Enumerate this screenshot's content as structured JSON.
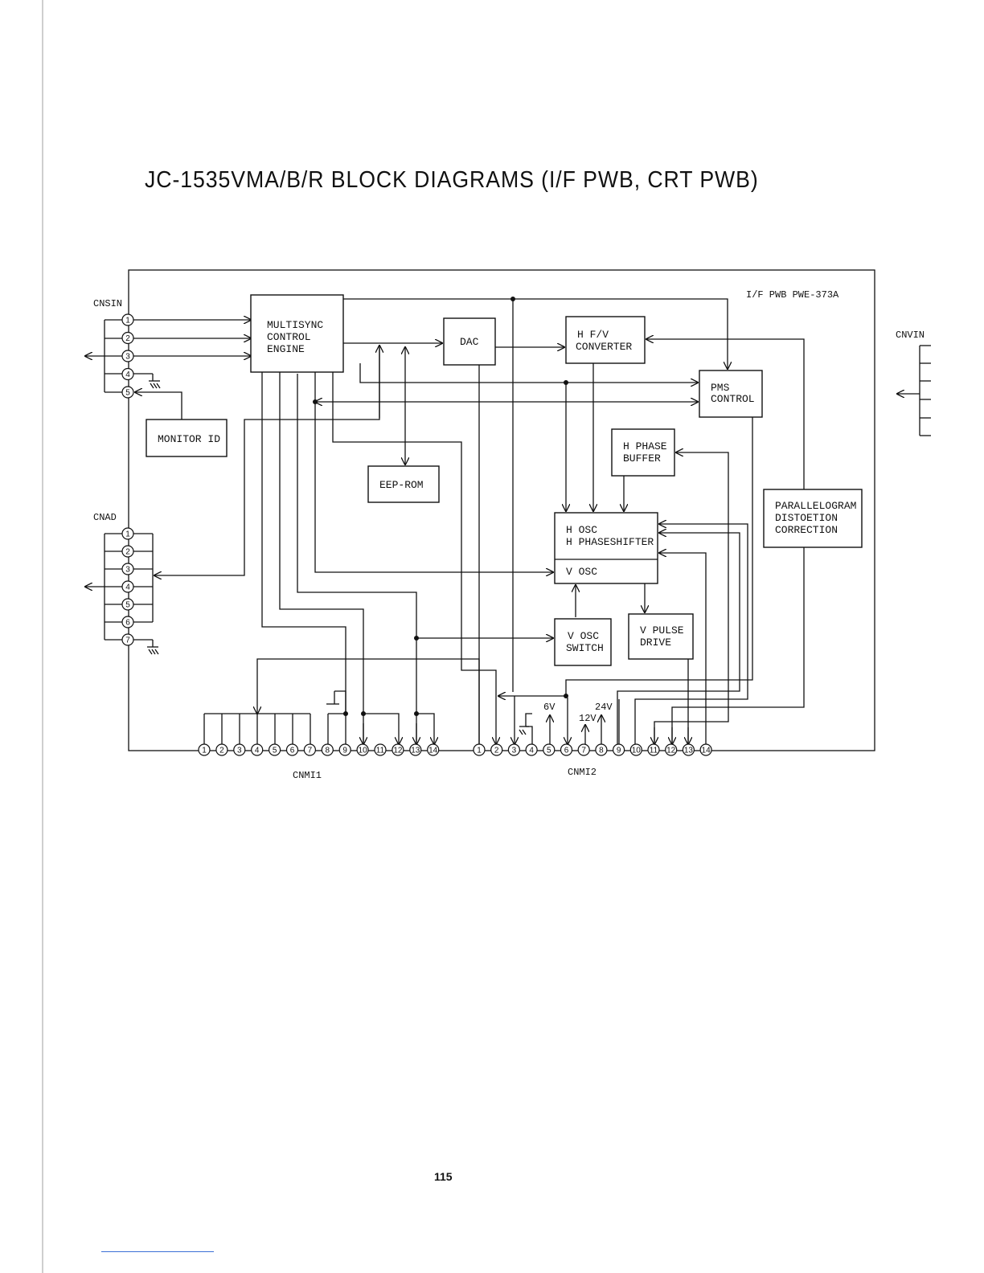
{
  "title": "JC-1535VMA/B/R BLOCK DIAGRAMS (I/F PWB, CRT PWB)",
  "page_number": "115",
  "board_label": "I/F PWB  PWE-373A",
  "connectors": {
    "cnsin": {
      "name": "CNSIN",
      "pins": [
        "1",
        "2",
        "3",
        "4",
        "5"
      ]
    },
    "cnad": {
      "name": "CNAD",
      "pins": [
        "1",
        "2",
        "3",
        "4",
        "5",
        "6",
        "7"
      ]
    },
    "cnvin": {
      "name": "CNVIN"
    },
    "cnmi1": {
      "name": "CNMI1",
      "pins": [
        "1",
        "2",
        "3",
        "4",
        "5",
        "6",
        "7",
        "8",
        "9",
        "10",
        "11",
        "12",
        "13",
        "14"
      ]
    },
    "cnmi2": {
      "name": "CNMI2",
      "pins": [
        "1",
        "2",
        "3",
        "4",
        "5",
        "6",
        "7",
        "8",
        "9",
        "10",
        "11",
        "12",
        "13",
        "14"
      ]
    }
  },
  "blocks": {
    "multisync": [
      "MULTISYNC",
      "CONTROL",
      "ENGINE"
    ],
    "dac": [
      "DAC"
    ],
    "hfv": [
      "H F/V",
      "CONVERTER"
    ],
    "pms": [
      "PMS",
      "CONTROL"
    ],
    "monitor_id": [
      "MONITOR ID"
    ],
    "eeprom": [
      "EEP-ROM"
    ],
    "hphase_buffer": [
      "H PHASE",
      "BUFFER"
    ],
    "parallelogram": [
      "PARALLELOGRAM",
      "DISTOETION",
      "CORRECTION"
    ],
    "hosc": [
      "H OSC",
      "H PHASESHIFTER"
    ],
    "vosc": [
      "V OSC"
    ],
    "vosc_switch": [
      "V OSC",
      "SWITCH"
    ],
    "vpulse": [
      "V PULSE",
      "DRIVE"
    ]
  },
  "voltages": {
    "v6": "6V",
    "v12": "12V",
    "v24": "24V"
  }
}
